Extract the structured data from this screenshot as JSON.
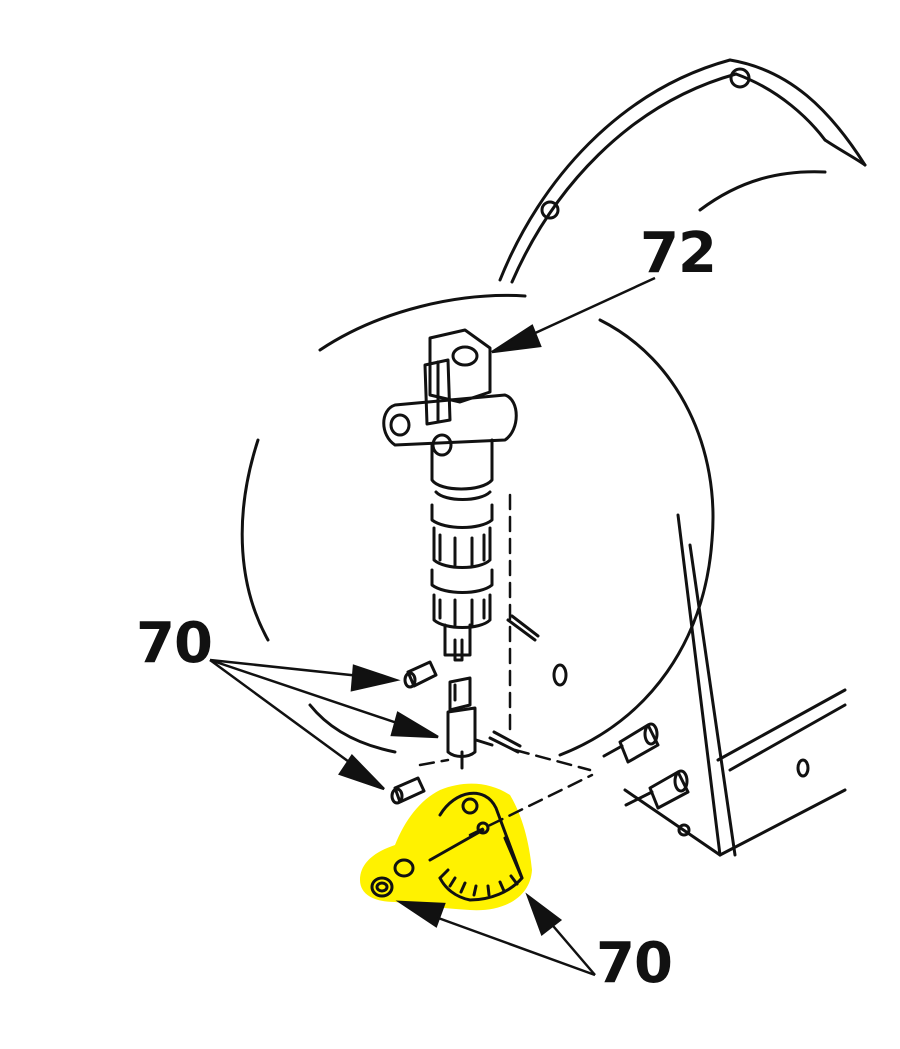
{
  "callouts": {
    "top": "72",
    "left": "70",
    "bottom": "70"
  },
  "colors": {
    "ink": "#111111",
    "highlight": "#fff200",
    "background": "#ffffff"
  },
  "icons": {
    "valve_assembly": "valve-assembly-icon",
    "bracket": "graduated-bracket-icon",
    "screw": "screw-icon",
    "washer": "washer-icon"
  }
}
